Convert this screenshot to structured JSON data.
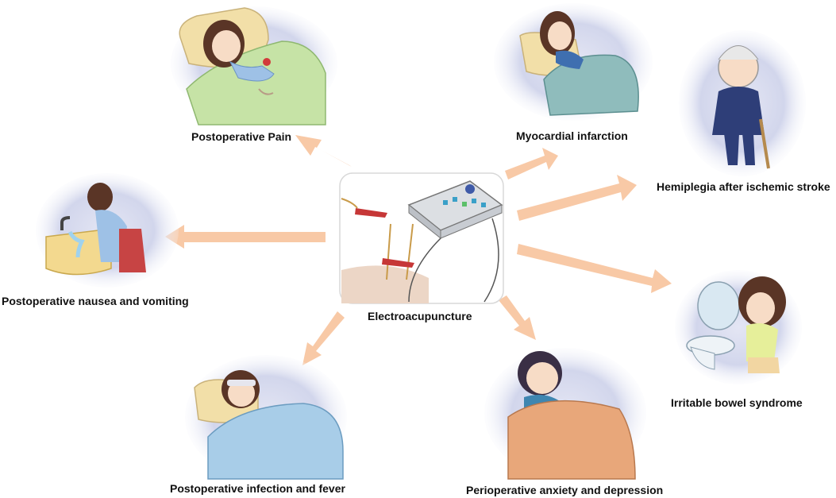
{
  "center": {
    "label": "Electroacupuncture"
  },
  "outcomes": {
    "postoperative_pain": "Postoperative Pain",
    "myocardial_infarction": "Myocardial infarction",
    "hemiplegia": "Hemiplegia after ischemic stroke",
    "nausea_vomiting": "Postoperative nausea and vomiting",
    "ibs": "Irritable bowel syndrome",
    "infection_fever": "Postoperative infection and fever",
    "anxiety_depression": "Perioperative anxiety and depression"
  },
  "colors": {
    "arrow": "#f8c9a6",
    "bubble": "#c9cde8",
    "blanket_green": "#c6e3a6",
    "blanket_teal": "#8fbcbc",
    "blanket_blue": "#a8cde8",
    "blanket_orange": "#e8a77a",
    "pajama_blue": "#9ec1e6",
    "hair": "#5a3526",
    "skin": "#f7dcc6"
  },
  "icons": [
    "pillow-icon",
    "sink-icon",
    "toilet-icon",
    "cane-icon",
    "electroacupuncture-device-icon",
    "needle-icon"
  ]
}
